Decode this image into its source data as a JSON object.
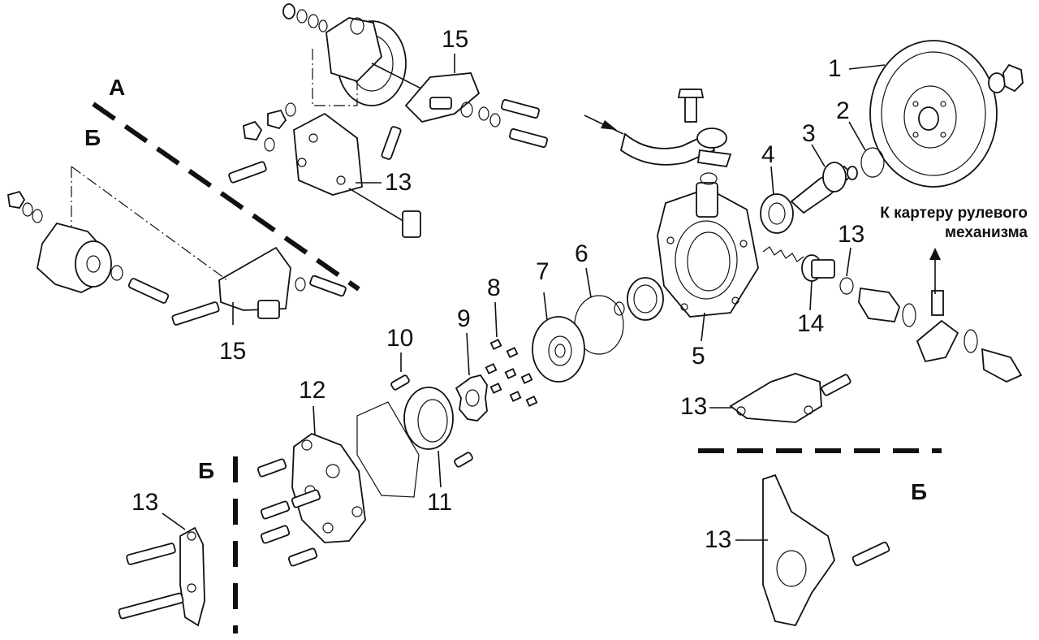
{
  "diagram": {
    "labels": {
      "n1": "1",
      "n2": "2",
      "n3": "3",
      "n4": "4",
      "n5": "5",
      "n6": "6",
      "n7": "7",
      "n8": "8",
      "n9": "9",
      "n10": "10",
      "n11": "11",
      "n12": "12",
      "n13_bracket_top": "13",
      "n13_right_union": "13",
      "n13_bracket_mid": "13",
      "n13_plate_right": "13",
      "n13_bracket_left": "13",
      "n14": "14",
      "n15_top": "15",
      "n15_left": "15"
    },
    "sections": {
      "a": "А",
      "b_top": "Б",
      "b_mid": "Б",
      "b_right": "Б"
    },
    "callout": {
      "line1": "К картеру рулевого",
      "line2": "механизма"
    }
  }
}
